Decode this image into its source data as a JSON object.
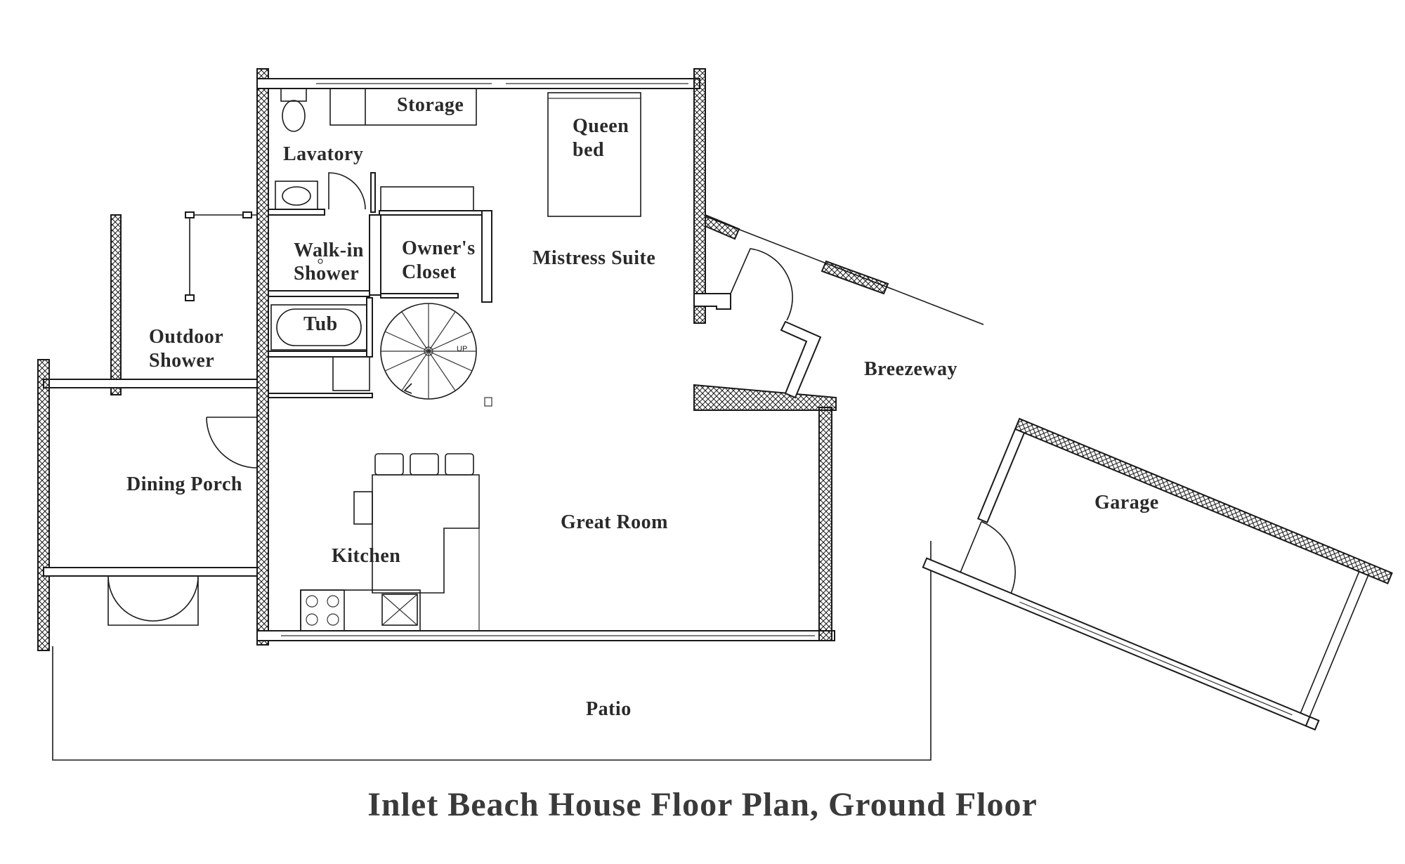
{
  "title": "Inlet Beach House Floor Plan, Ground Floor",
  "rooms": {
    "storage": "Storage",
    "lavatory": "Lavatory",
    "queen_bed_1": "Queen",
    "queen_bed_2": "bed",
    "walk_in_1": "Walk-in",
    "walk_in_2": "Shower",
    "owners_1": "Owner's",
    "owners_2": "Closet",
    "mistress_suite": "Mistress Suite",
    "tub": "Tub",
    "outdoor_1": "Outdoor",
    "outdoor_2": "Shower",
    "breezeway": "Breezeway",
    "dining_porch": "Dining Porch",
    "great_room": "Great Room",
    "garage": "Garage",
    "kitchen": "Kitchen",
    "patio": "Patio"
  },
  "marks": {
    "stair_up": "UP"
  },
  "colors": {
    "line": "#1a1a1a",
    "label": "#2a2a2a"
  }
}
